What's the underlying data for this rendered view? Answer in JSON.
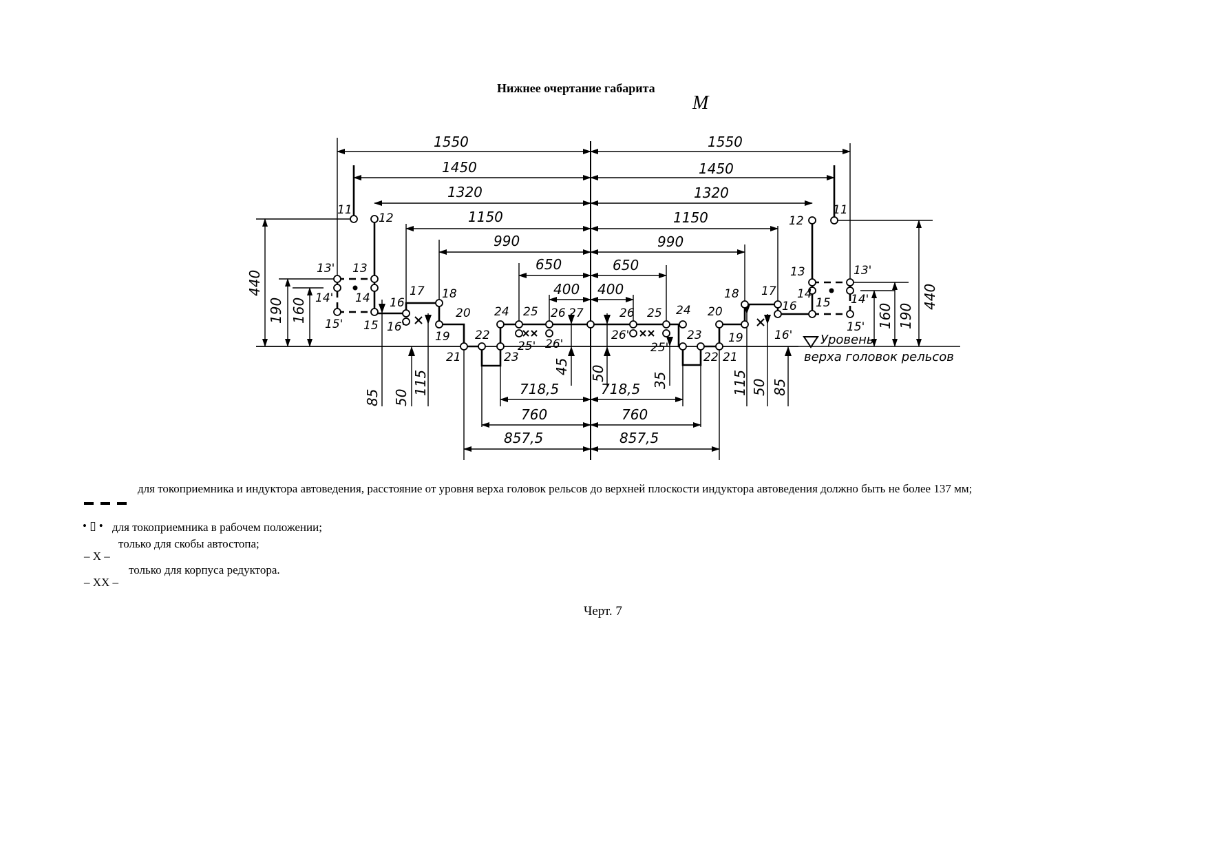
{
  "title": "Нижнее очертание габарита",
  "title_symbol": "М",
  "dimensions": {
    "horizontal": [
      "1550",
      "1450",
      "1320",
      "1150",
      "990",
      "650",
      "400",
      "718,5",
      "760",
      "857,5"
    ],
    "vertical": [
      "440",
      "190",
      "160",
      "85",
      "50",
      "115",
      "45",
      "35"
    ]
  },
  "point_labels": [
    "11",
    "12",
    "13'",
    "13",
    "14'",
    "14",
    "15'",
    "15",
    "16",
    "16'",
    "17",
    "18",
    "19",
    "20",
    "21",
    "22",
    "23",
    "24",
    "25",
    "25'",
    "26",
    "26'",
    "27"
  ],
  "rail_level_label": [
    "Уровень",
    "верха головок рельсов"
  ],
  "legend": [
    {
      "symbol": "– – –",
      "text": "для токоприемника и индуктора автоведения, расстояние от уровня верха головок рельсов до верхней плоскости индуктора автоведения должно быть не более 137 мм;"
    },
    {
      "symbol": "• ▯ •",
      "text": "для токоприемника в рабочем положении;"
    },
    {
      "symbol": "– X –",
      "text": "только для скобы автостопа;"
    },
    {
      "symbol": "– XX –",
      "text": "только для корпуса редуктора."
    }
  ],
  "caption": "Черт. 7"
}
